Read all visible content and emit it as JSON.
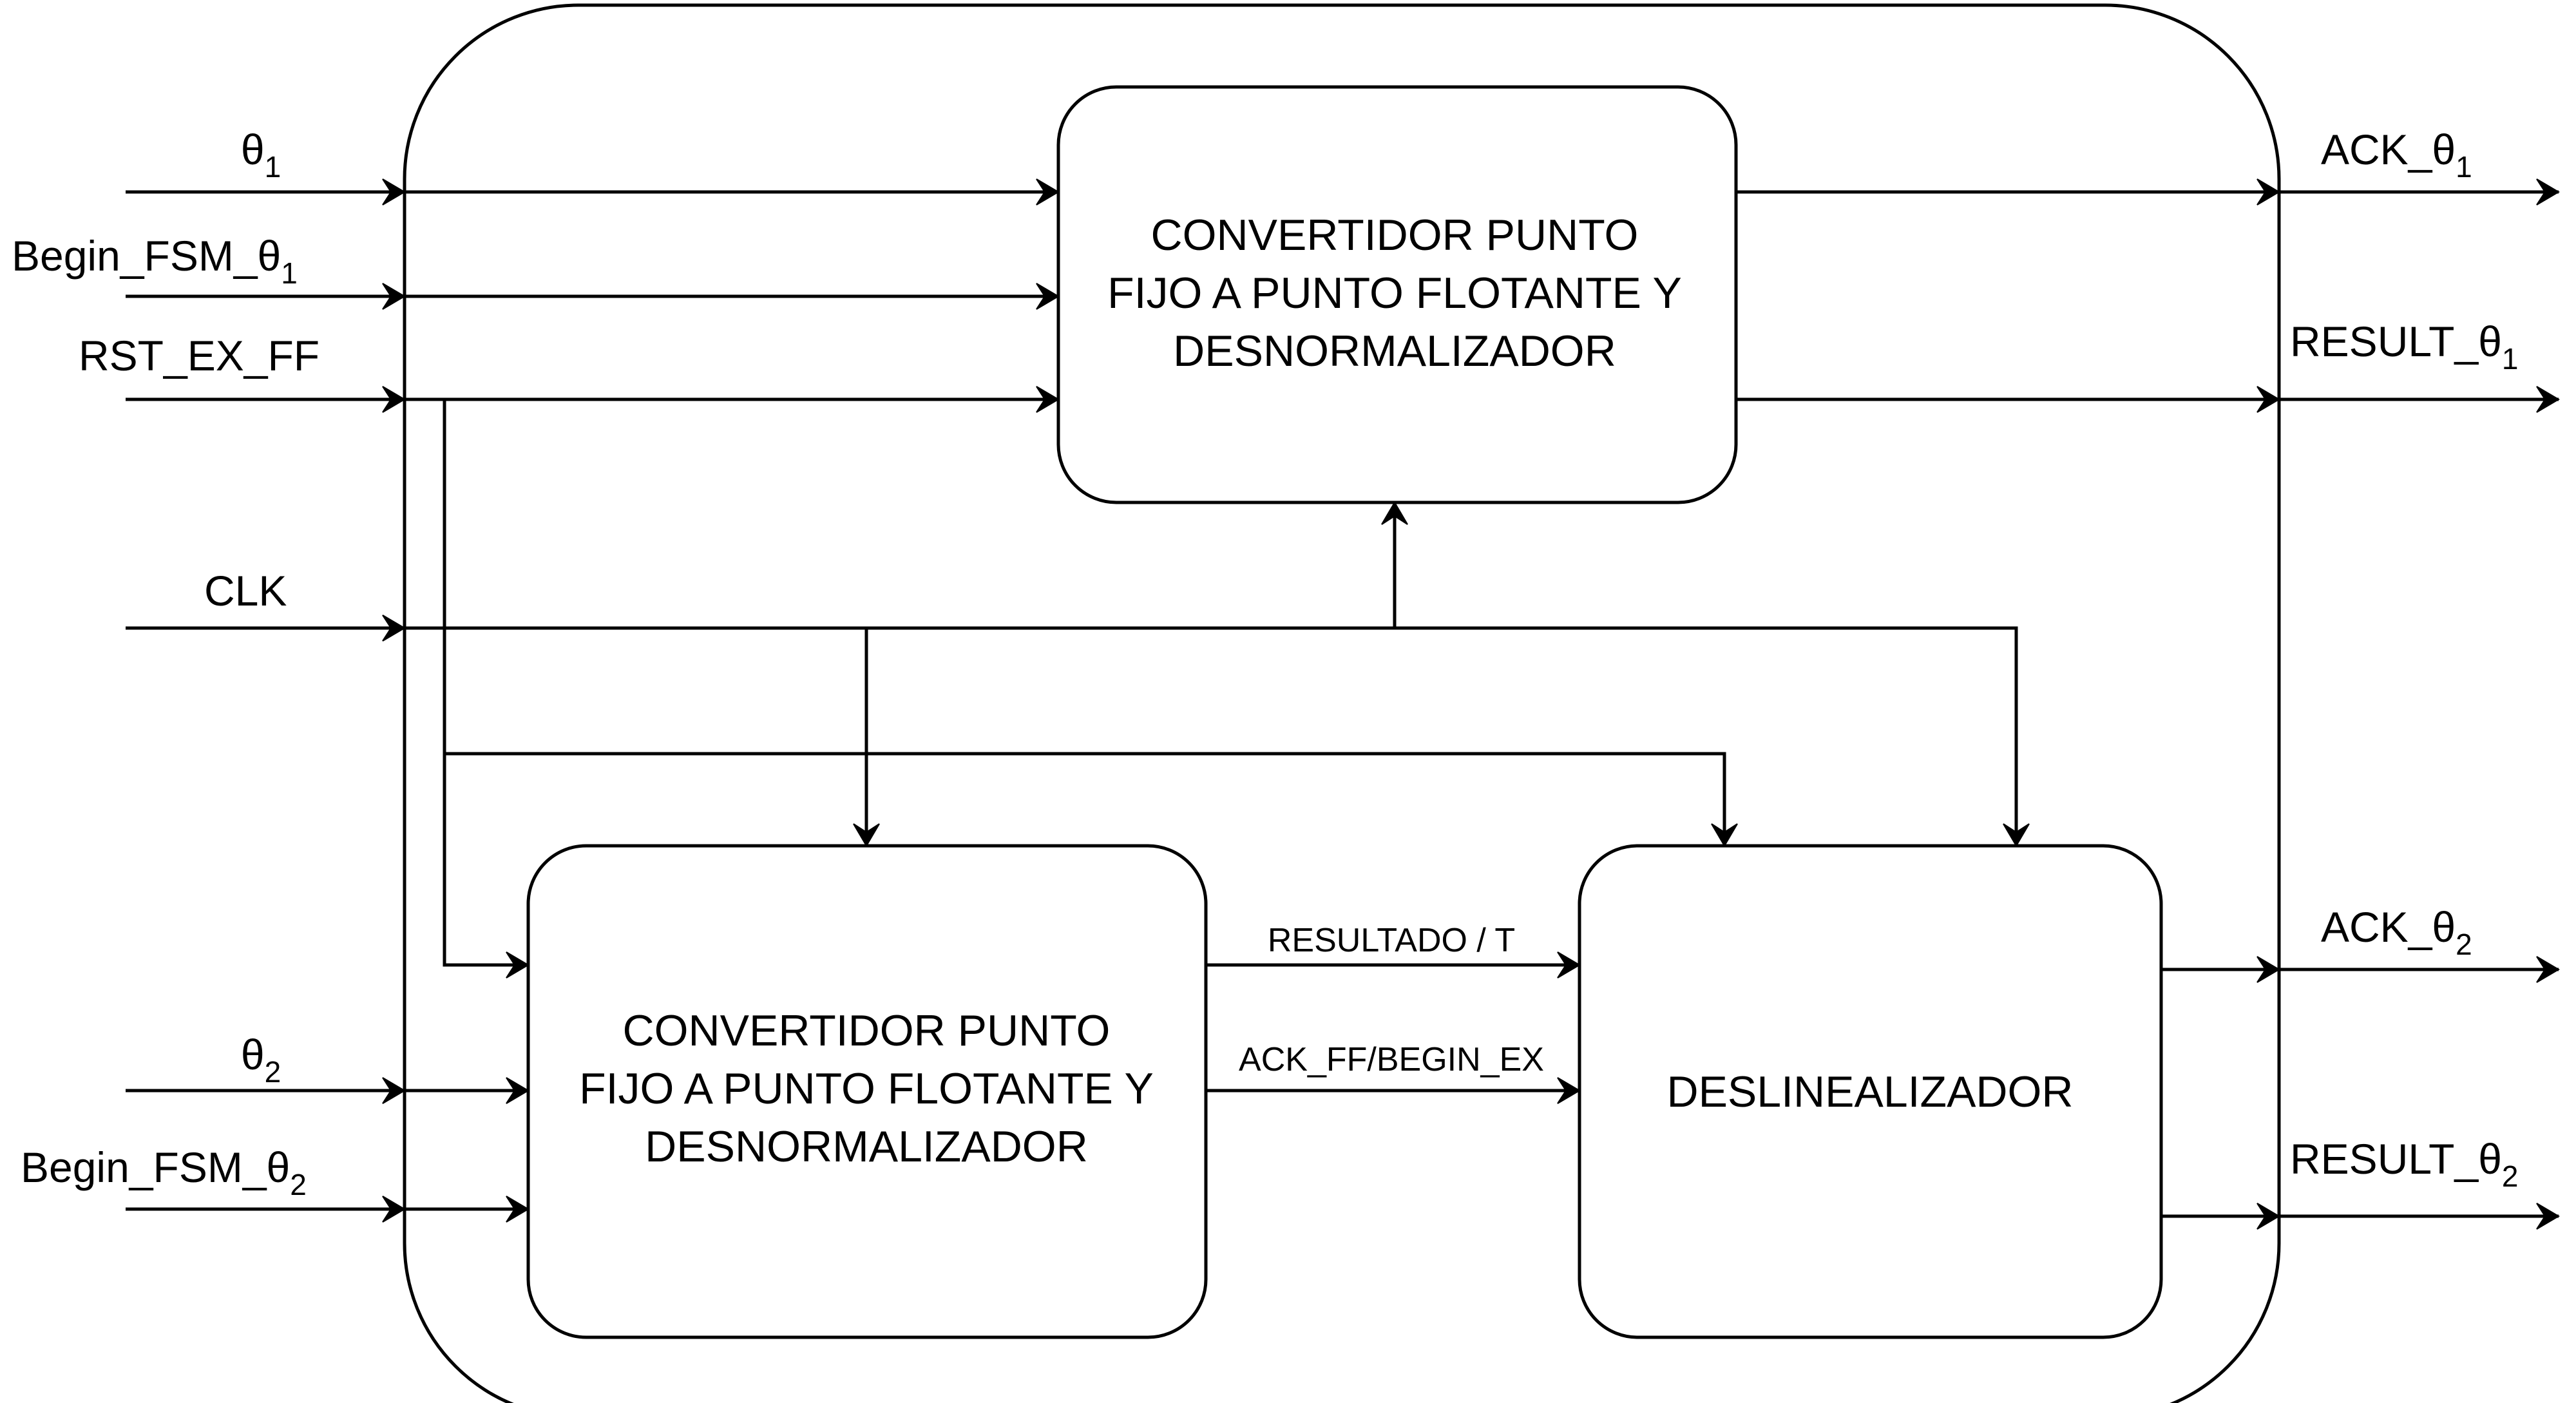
{
  "blocks": {
    "top_converter": [
      "CONVERTIDOR PUNTO",
      "FIJO A PUNTO FLOTANTE Y",
      "DESNORMALIZADOR"
    ],
    "bottom_converter": [
      "CONVERTIDOR PUNTO",
      "FIJO A PUNTO FLOTANTE Y",
      "DESNORMALIZADOR"
    ],
    "delinearizer": "DESLINEALIZADOR"
  },
  "inputs": {
    "theta1": {
      "base": "θ",
      "sub": "1"
    },
    "begin_fsm_theta1": {
      "base": "Begin_FSM_θ",
      "sub": "1"
    },
    "rst": "RST_EX_FF",
    "clk": "CLK",
    "theta2": {
      "base": "θ",
      "sub": "2"
    },
    "begin_fsm_theta2": {
      "base": "Begin_FSM_θ",
      "sub": "2"
    }
  },
  "outputs": {
    "ack_theta1": {
      "base": "ACK_θ",
      "sub": "1"
    },
    "result_theta1": {
      "base": "RESULT_θ",
      "sub": "1"
    },
    "ack_theta2": {
      "base": "ACK_θ",
      "sub": "2"
    },
    "result_theta2": {
      "base": "RESULT_θ",
      "sub": "2"
    }
  },
  "internal": {
    "resultado_t": "RESULTADO / T",
    "ack_ff_begin_ex": "ACK_FF/BEGIN_EX"
  }
}
